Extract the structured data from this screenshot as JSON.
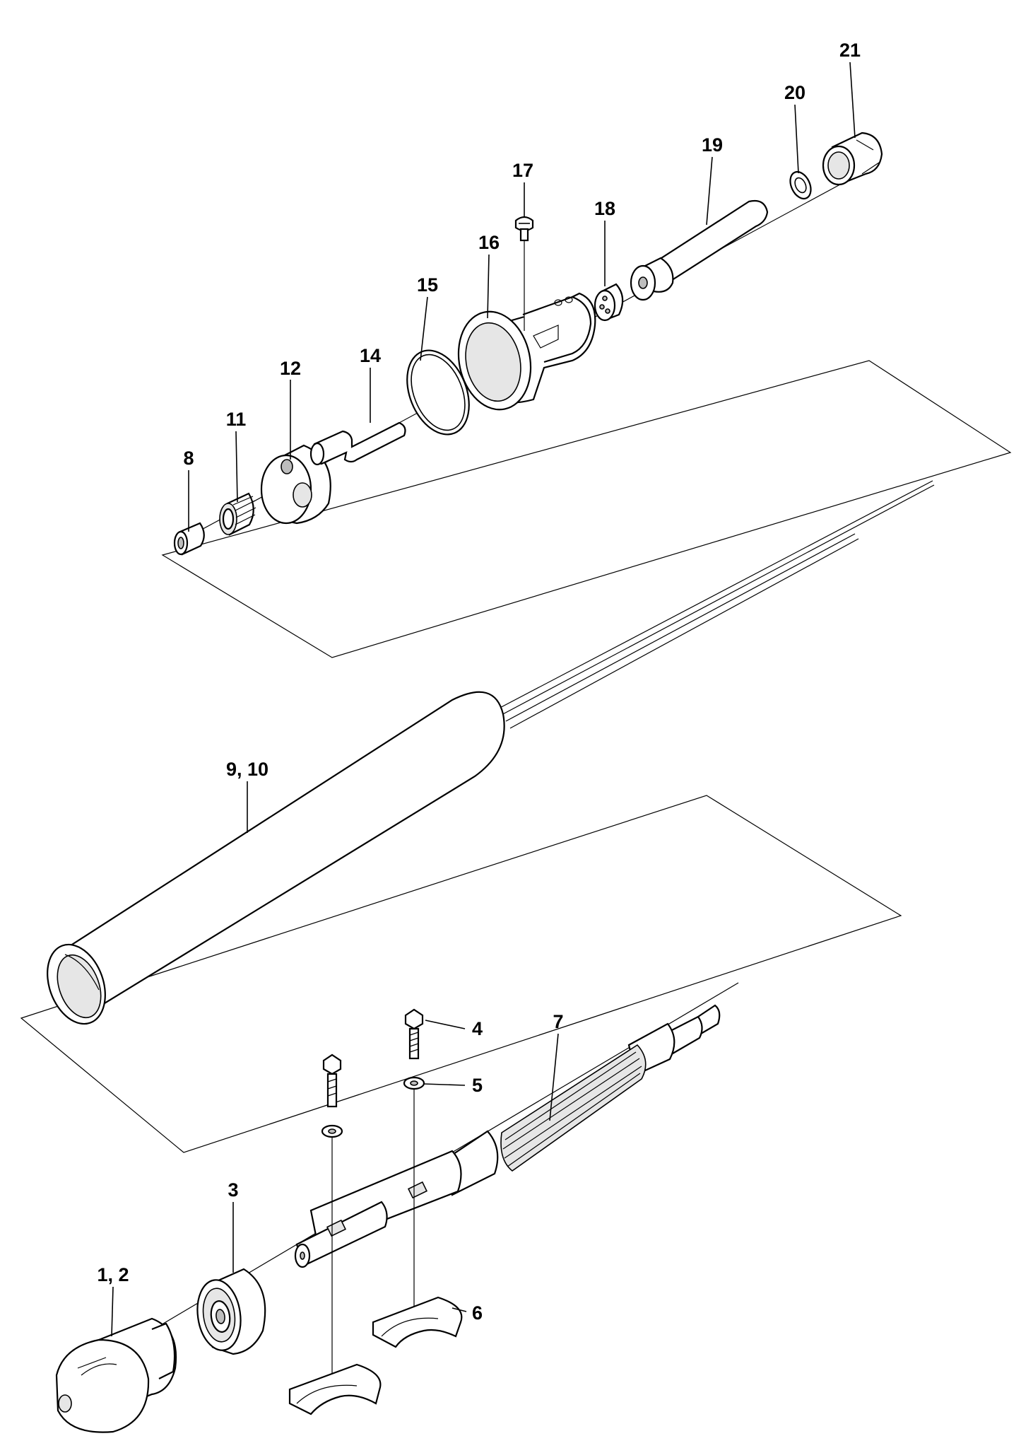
{
  "diagram": {
    "callouts": [
      {
        "id": "1-2",
        "label": "1, 2"
      },
      {
        "id": "3",
        "label": "3"
      },
      {
        "id": "4",
        "label": "4"
      },
      {
        "id": "5",
        "label": "5"
      },
      {
        "id": "6",
        "label": "6"
      },
      {
        "id": "7",
        "label": "7"
      },
      {
        "id": "8",
        "label": "8"
      },
      {
        "id": "9-10",
        "label": "9, 10"
      },
      {
        "id": "11",
        "label": "11"
      },
      {
        "id": "12",
        "label": "12"
      },
      {
        "id": "14",
        "label": "14"
      },
      {
        "id": "15",
        "label": "15"
      },
      {
        "id": "16",
        "label": "16"
      },
      {
        "id": "17",
        "label": "17"
      },
      {
        "id": "18",
        "label": "18"
      },
      {
        "id": "19",
        "label": "19"
      },
      {
        "id": "20",
        "label": "20"
      },
      {
        "id": "21",
        "label": "21"
      }
    ]
  }
}
